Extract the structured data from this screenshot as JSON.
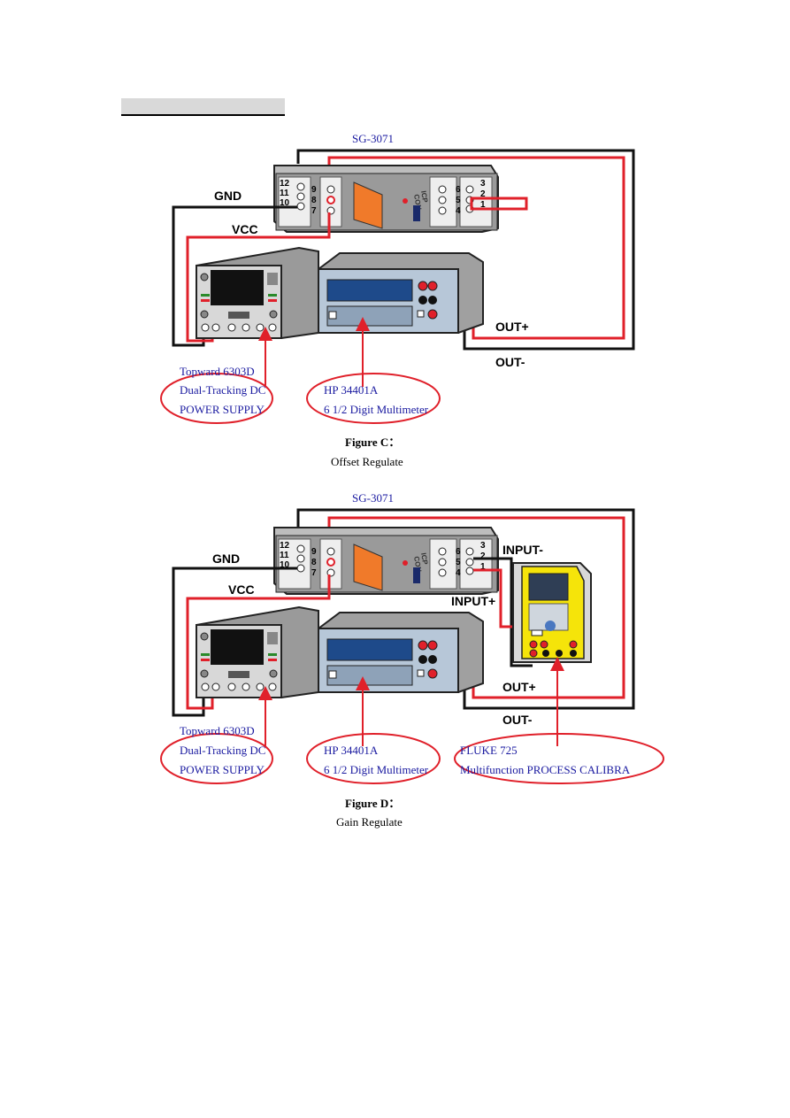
{
  "colors": {
    "wire_red": "#e0202a",
    "wire_black": "#111111",
    "ellipse_red": "#e0202a",
    "label_blue": "#1a1aa0",
    "orange": "#f07a2a",
    "fluke_yellow": "#f5e40a"
  },
  "figure_c": {
    "device": "SG-3071",
    "left_terms": [
      "12",
      "11",
      "10"
    ],
    "mid_terms": [
      "9",
      "8",
      "7"
    ],
    "right_terms_a": [
      "6",
      "5",
      "4"
    ],
    "right_terms_b": [
      "3",
      "2",
      "1"
    ],
    "gnd": "GND",
    "vcc": "VCC",
    "out_plus": "OUT+",
    "out_minus": "OUT-",
    "ps_line1": "Topward 6303D",
    "ps_line2": "Dual-Tracking DC",
    "ps_line3": "POWER SUPPLY",
    "dmm_line1": "HP 34401A",
    "dmm_line2": "6 1/2 Digit Multimeter",
    "caption_title": "Figure C：",
    "caption_sub": "Offset Regulate"
  },
  "figure_d": {
    "device": "SG-3071",
    "left_terms": [
      "12",
      "11",
      "10"
    ],
    "mid_terms": [
      "9",
      "8",
      "7"
    ],
    "right_terms_a": [
      "6",
      "5",
      "4"
    ],
    "right_terms_b": [
      "3",
      "2",
      "1"
    ],
    "gnd": "GND",
    "vcc": "VCC",
    "input_minus": "INPUT-",
    "input_plus": "INPUT+",
    "out_plus": "OUT+",
    "out_minus": "OUT-",
    "ps_line1": "Topward 6303D",
    "ps_line2": "Dual-Tracking DC",
    "ps_line3": "POWER SUPPLY",
    "dmm_line1": "HP 34401A",
    "dmm_line2": "6 1/2 Digit Multimeter",
    "fluke_line1": "FLUKE 725",
    "fluke_line2": "Multifunction PROCESS CALIBRA",
    "caption_title": "Figure D：",
    "caption_sub": "Gain Regulate"
  }
}
